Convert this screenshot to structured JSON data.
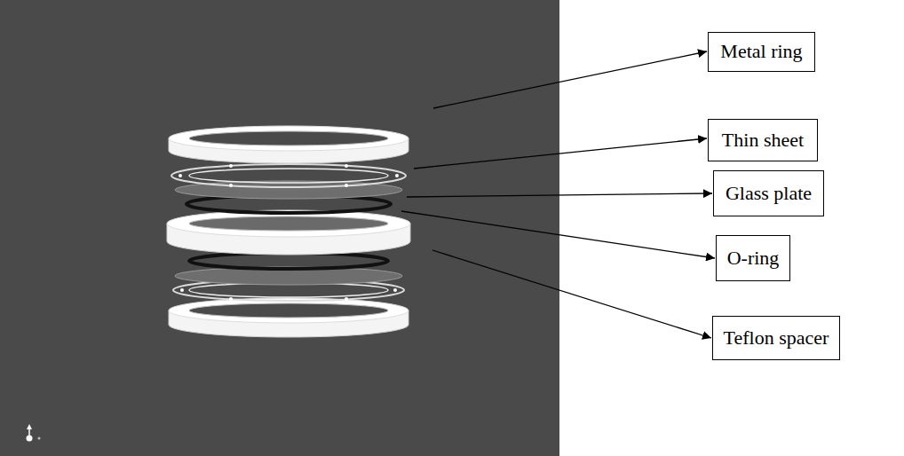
{
  "diagram": {
    "nodes": [
      {
        "text": [
          "Metal ring"
        ]
      },
      {
        "text": [
          "Thin sheet"
        ]
      },
      {
        "text": [
          "Glass plate"
        ]
      },
      {
        "text": [
          "O-ring"
        ]
      },
      {
        "text": [
          "Teflon spacer"
        ]
      }
    ]
  }
}
